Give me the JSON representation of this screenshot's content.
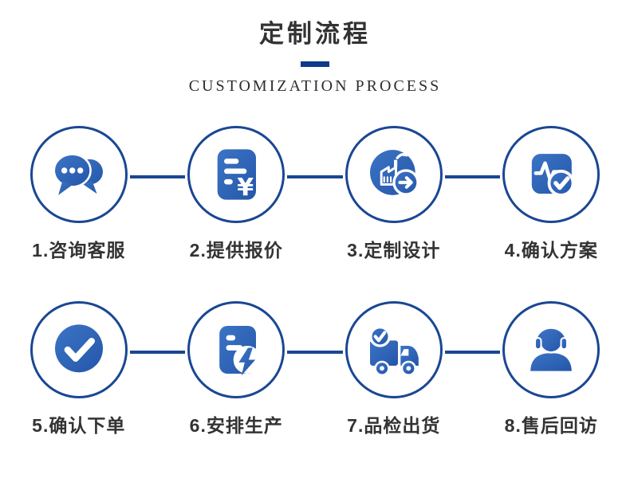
{
  "header": {
    "title": "定制流程",
    "subtitle": "CUSTOMIZATION PROCESS"
  },
  "icons": {
    "yuan_symbol": "¥"
  },
  "colors": {
    "accent_blue": "#2d62b5",
    "accent_blue_light": "#3c74c6",
    "accent_blue_dark": "#2456a8",
    "outline_navy": "#1a4793",
    "underline_navy": "#0e3a8c",
    "text_dark": "#333333"
  },
  "steps": [
    {
      "label": "1.咨询客服",
      "icon": "chat-icon"
    },
    {
      "label": "2.提供报价",
      "icon": "quote-document-icon"
    },
    {
      "label": "3.定制设计",
      "icon": "custom-design-icon"
    },
    {
      "label": "4.确认方案",
      "icon": "plan-check-icon"
    },
    {
      "label": "5.确认下单",
      "icon": "order-check-icon"
    },
    {
      "label": "6.安排生产",
      "icon": "production-document-icon"
    },
    {
      "label": "7.品检出货",
      "icon": "delivery-truck-icon"
    },
    {
      "label": "8.售后回访",
      "icon": "headset-support-icon"
    }
  ]
}
